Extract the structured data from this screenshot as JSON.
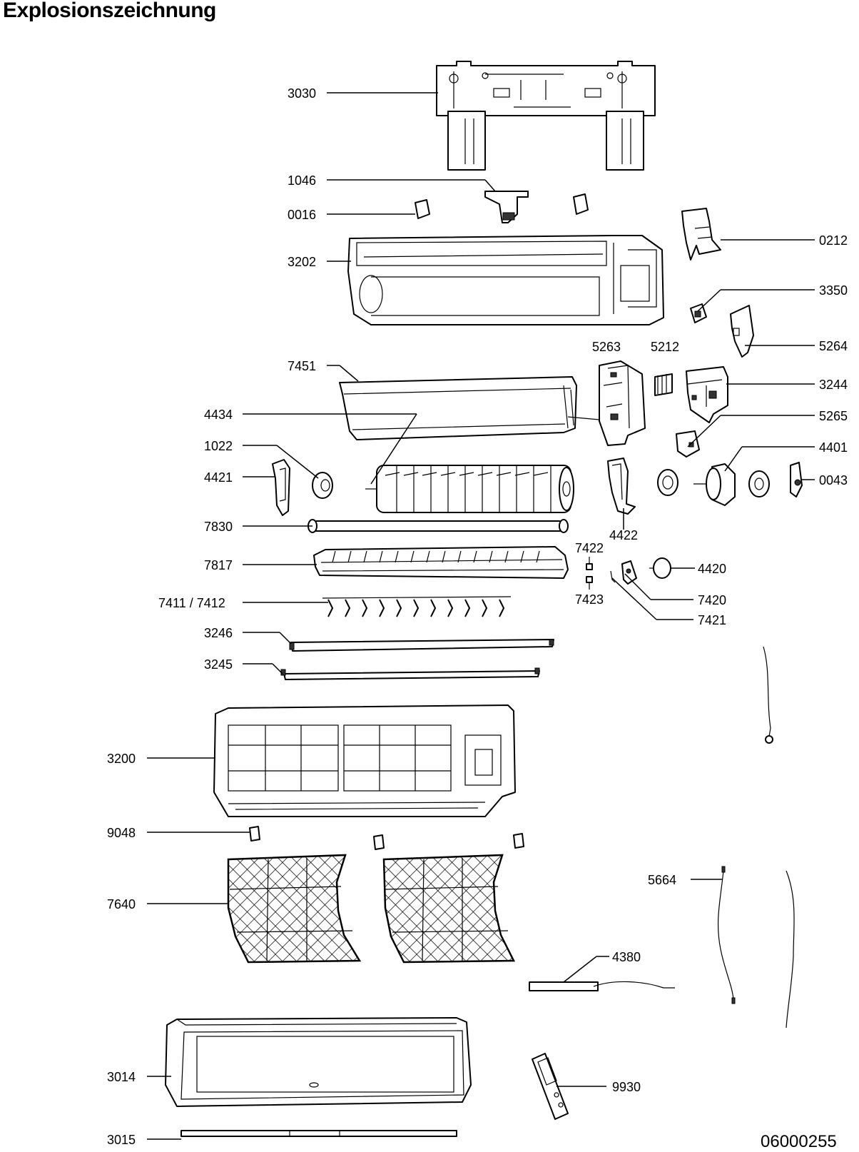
{
  "title": "Explosionszeichnung",
  "drawing_number": "06000255",
  "labels": {
    "3030": "3030",
    "1046": "1046",
    "0016": "0016",
    "3202": "3202",
    "0212": "0212",
    "3350": "3350",
    "5264": "5264",
    "7451": "7451",
    "5263": "5263",
    "5212": "5212",
    "3244": "3244",
    "4434": "4434",
    "5265": "5265",
    "1022": "1022",
    "4401": "4401",
    "4421": "4421",
    "0043": "0043",
    "4422": "4422",
    "7830": "7830",
    "7422": "7422",
    "7817": "7817",
    "4420": "4420",
    "7423": "7423",
    "7420": "7420",
    "7411_7412": "7411 / 7412",
    "7421": "7421",
    "3246": "3246",
    "3245": "3245",
    "3200": "3200",
    "9048": "9048",
    "5664": "5664",
    "7640": "7640",
    "4380": "4380",
    "3014": "3014",
    "9930": "9930",
    "3015": "3015"
  }
}
